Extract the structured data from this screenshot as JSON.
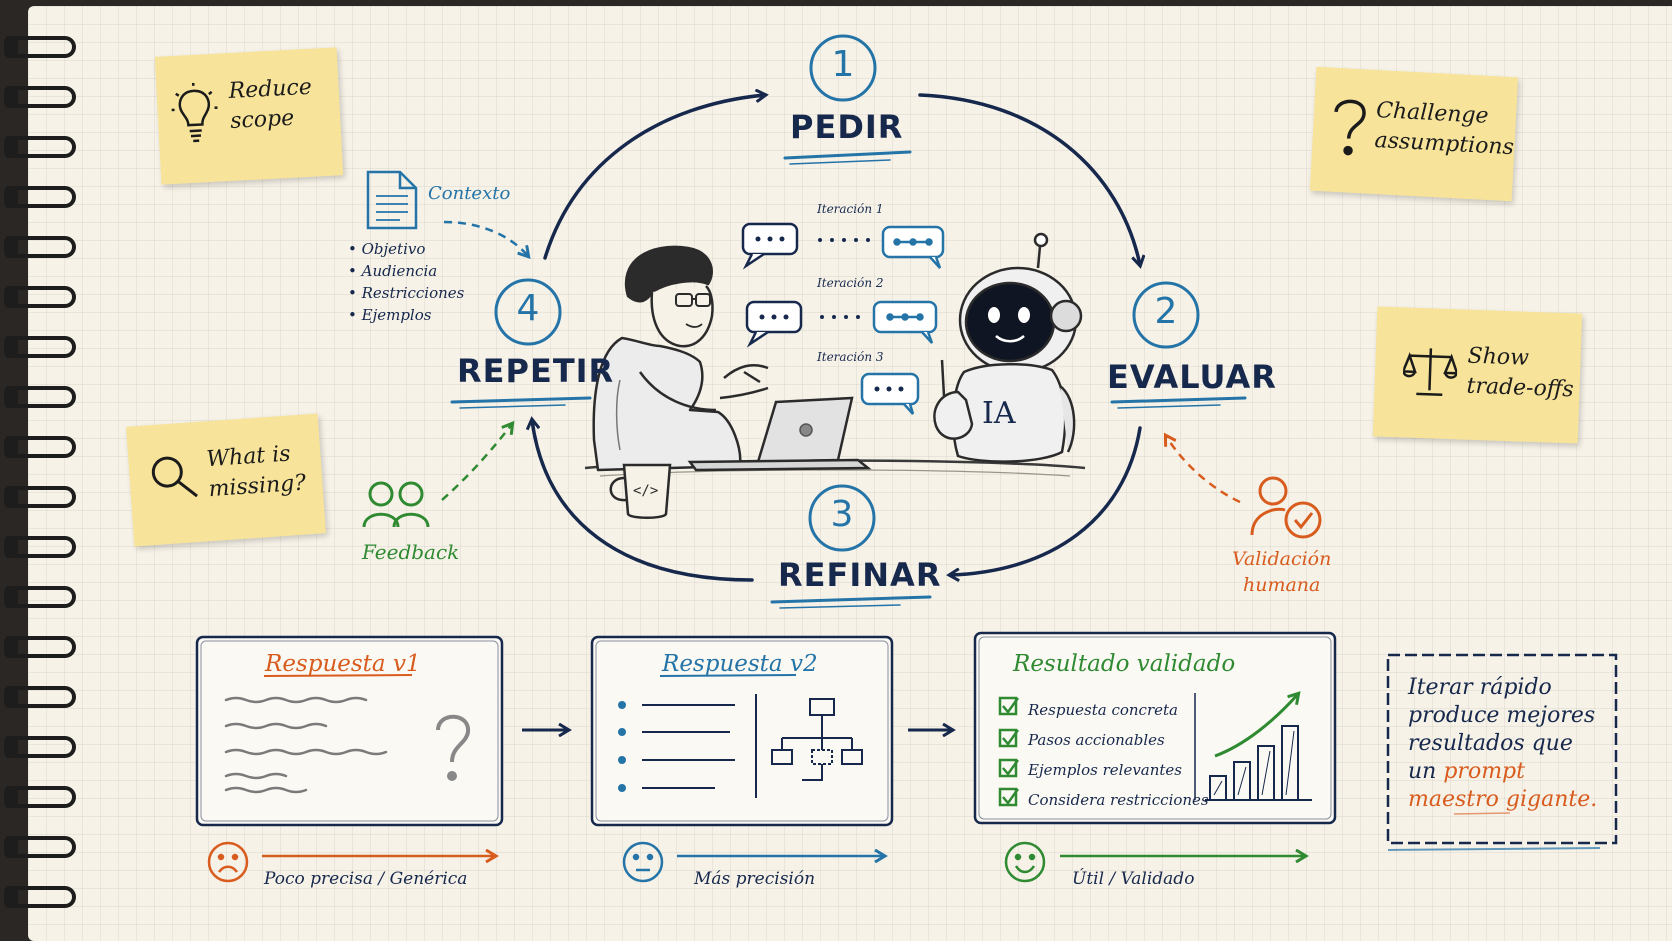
{
  "cycle": {
    "steps": [
      {
        "number": "1",
        "label": "PEDIR"
      },
      {
        "number": "2",
        "label": "EVALUAR"
      },
      {
        "number": "3",
        "label": "REFINAR"
      },
      {
        "number": "4",
        "label": "REPETIR"
      }
    ]
  },
  "context": {
    "title": "Contexto",
    "items": [
      "Objetivo",
      "Audiencia",
      "Restricciones",
      "Ejemplos"
    ]
  },
  "iterations": [
    "Iteración 1",
    "Iteración 2",
    "Iteración 3"
  ],
  "robot_label": "IA",
  "feedback_label": "Feedback",
  "validation_label": "Validación\nhumana",
  "stickies": {
    "reduce_scope": "Reduce\nscope",
    "what_missing": "What is\nmissing?",
    "challenge": "Challenge\nassumptions",
    "tradeoffs": "Show\ntrade-offs"
  },
  "cards": [
    {
      "title": "Respuesta v1",
      "caption": "Poco precisa / Genérica"
    },
    {
      "title": "Respuesta v2",
      "caption": "Más precisión"
    },
    {
      "title": "Resultado validado",
      "caption": "Útil / Validado",
      "checklist": [
        "Respuesta concreta",
        "Pasos accionables",
        "Ejemplos relevantes",
        "Considera restricciones"
      ]
    }
  ],
  "conclusion": {
    "part1": "Iterar rápido produce mejores resultados que un ",
    "highlight": "prompt maestro gigante."
  },
  "colors": {
    "navy": "#17284d",
    "blue": "#2574a8",
    "green": "#2f8a32",
    "orange": "#d85c1e",
    "sticky": "#f7e49a"
  }
}
